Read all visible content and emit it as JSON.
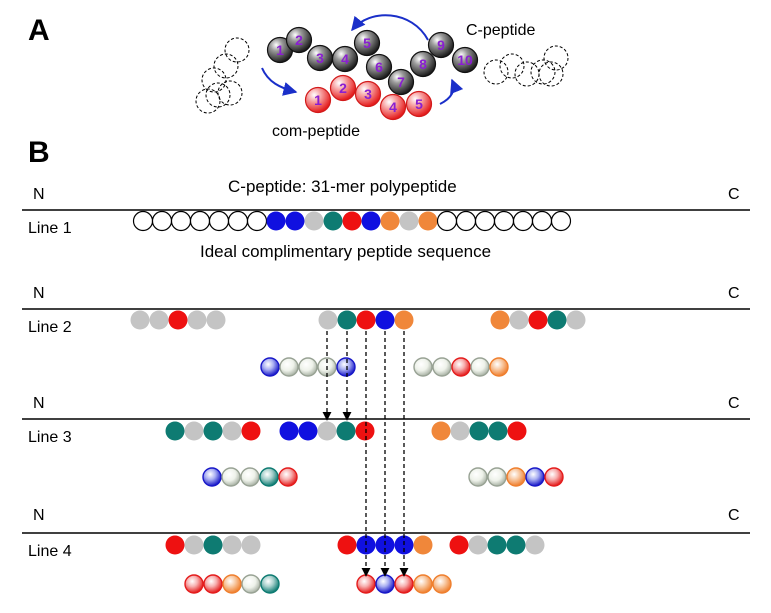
{
  "panelA": {
    "label": "A",
    "c_peptide_label": "C-peptide",
    "com_peptide_label": "com-peptide",
    "black_numbers": [
      "1",
      "2",
      "3",
      "4",
      "5",
      "6",
      "7",
      "8",
      "9",
      "10"
    ],
    "red_numbers": [
      "1",
      "2",
      "3",
      "4",
      "5"
    ]
  },
  "panelB": {
    "label": "B",
    "n_label": "N",
    "c_label": "C",
    "top_caption": "C-peptide: 31-mer polypeptide",
    "ideal_caption": "Ideal complimentary peptide sequence",
    "lines": [
      "Line 1",
      "Line 2",
      "Line 3",
      "Line 4"
    ]
  },
  "colors": {
    "blue": "#1010e0",
    "teal": "#0e7b72",
    "red": "#ee1111",
    "orange": "#f0873a",
    "gray": "#c4c4c4",
    "pink": "#f58a8a",
    "black_bead": "#3a3a3a",
    "arrow_blue": "#1a2fc9"
  }
}
